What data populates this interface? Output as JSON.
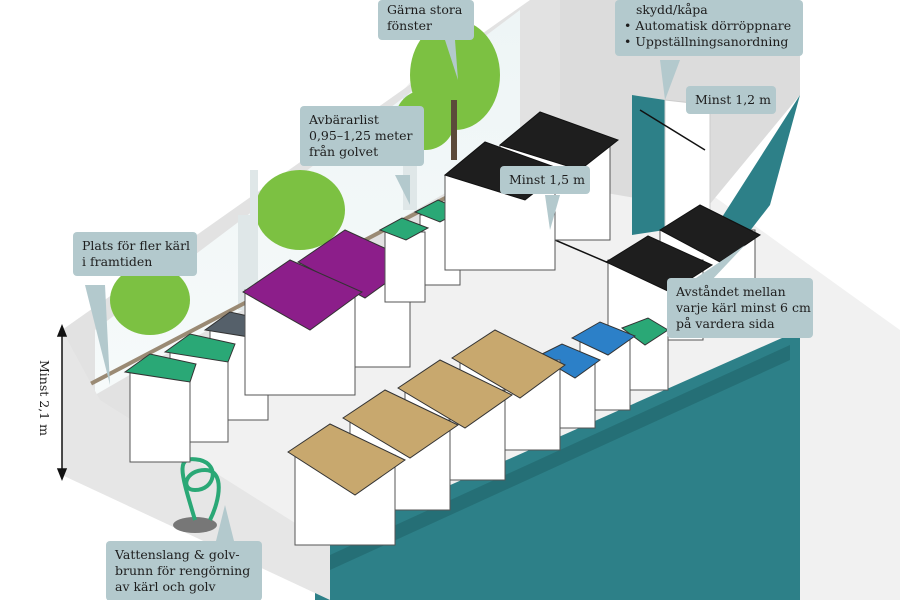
{
  "callouts": {
    "windows": [
      "Gärna stora",
      "fönster"
    ],
    "door_features": [
      "skydd/kåpa",
      "Automatisk dörröppnare",
      "Uppställningsanordning"
    ],
    "door_width": "Minst 1,2 m",
    "bumper": [
      "Avbärarlist",
      "0,95–1,25 meter",
      "från golvet"
    ],
    "aisle_width": "Minst 1,5 m",
    "future_bins": [
      "Plats för fler kärl",
      "i framtiden"
    ],
    "spacing": [
      "Avståndet mellan",
      "varje kärl minst 6 cm",
      "på vardera sida"
    ],
    "height": "Minst 2,1 m",
    "hose": [
      "Vattenslang & golv-",
      "brunn för rengörning",
      "av kärl och golv"
    ]
  },
  "colors": {
    "wall": "#e3e3e3",
    "floor": "#f2f2f2",
    "teal": "#2d8088",
    "callout": "#b3c9cd",
    "green_lid": "#2aa876",
    "grey_lid": "#55606a",
    "purple_lid": "#8c1e8a",
    "black_lid": "#1e1e1e",
    "tan_lid": "#c8a86e",
    "blue_lid": "#2c80c8",
    "tree": "#6fbf3a"
  }
}
